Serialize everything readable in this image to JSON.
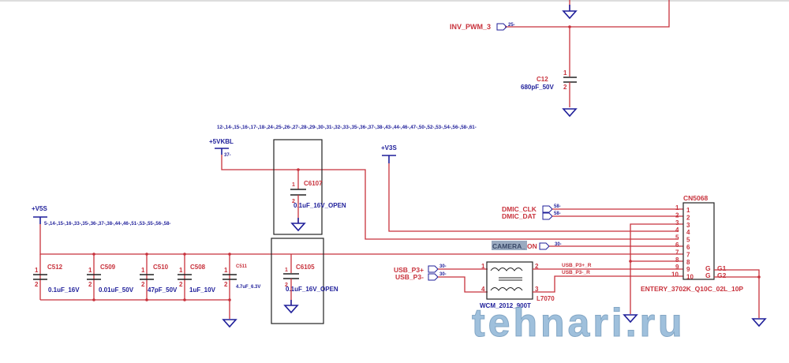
{
  "nets": {
    "inv_pwm": "INV_PWM_3",
    "inv_pwm_ref": "25-",
    "v5vkbl": "+5VKBL",
    "v5vkbl_ref": "37-",
    "v5vkbl_pages": "12-,14-,15-,16-,17-,18-,24-,25-,26-,27-,28-,29-,30-,31-,32-,33-,35-,36-,37-,38-,43-,44-,46-,47-,50-,52-,53-,54-,56-,58-,61-",
    "v3s": "+V3S",
    "v5s": "+V5S",
    "v5s_pages": "5-,14-,15-,16-,33-,35-,36-,37-,38-,44-,46-,51-,53-,55-,56-,58-",
    "dmic_clk": "DMIC_CLK",
    "dmic_clk_ref": "58-",
    "dmic_dat": "DMIC_DAT",
    "dmic_dat_ref": "58-",
    "camera_on_a": "CAMERA_",
    "camera_on_b": "ON",
    "camera_on_ref": "30-",
    "usb_p3p": "USB_P3+",
    "usb_p3p_ref": "30-",
    "usb_p3m": "USB_P3-",
    "usb_p3m_ref": "30-",
    "usb_p3p_r": "USB_P3+_R",
    "usb_p3m_r": "USB_P3-_R"
  },
  "capacitors": [
    {
      "ref": "C12",
      "value": "680pF_50V"
    },
    {
      "ref": "C6107",
      "value": "0.1uF_16V_OPEN"
    },
    {
      "ref": "C6105",
      "value": "0.1uF_16V_OPEN"
    },
    {
      "ref": "C512",
      "value": "0.1uF_16V"
    },
    {
      "ref": "C509",
      "value": "0.01uF_50V"
    },
    {
      "ref": "C510",
      "value": "47pF_50V"
    },
    {
      "ref": "C508",
      "value": "1uF_10V"
    },
    {
      "ref": "C511",
      "value": "4.7uF_6.3V"
    }
  ],
  "pin_labels": {
    "p1": "1",
    "p2": "2",
    "p3": "3",
    "p4": "4"
  },
  "choke": {
    "ref": "L7070",
    "value": "WCM_2012_900T"
  },
  "connector": {
    "ref": "CN5068",
    "part": "ENTERY_3702K_Q10C_02L_10P",
    "pins": [
      "1",
      "2",
      "3",
      "4",
      "5",
      "6",
      "7",
      "8",
      "9",
      "10"
    ],
    "ground_pins": [
      {
        "g": "G",
        "name": "G1"
      },
      {
        "g": "G",
        "name": "G2"
      }
    ]
  },
  "watermark": "tehnari.ru"
}
